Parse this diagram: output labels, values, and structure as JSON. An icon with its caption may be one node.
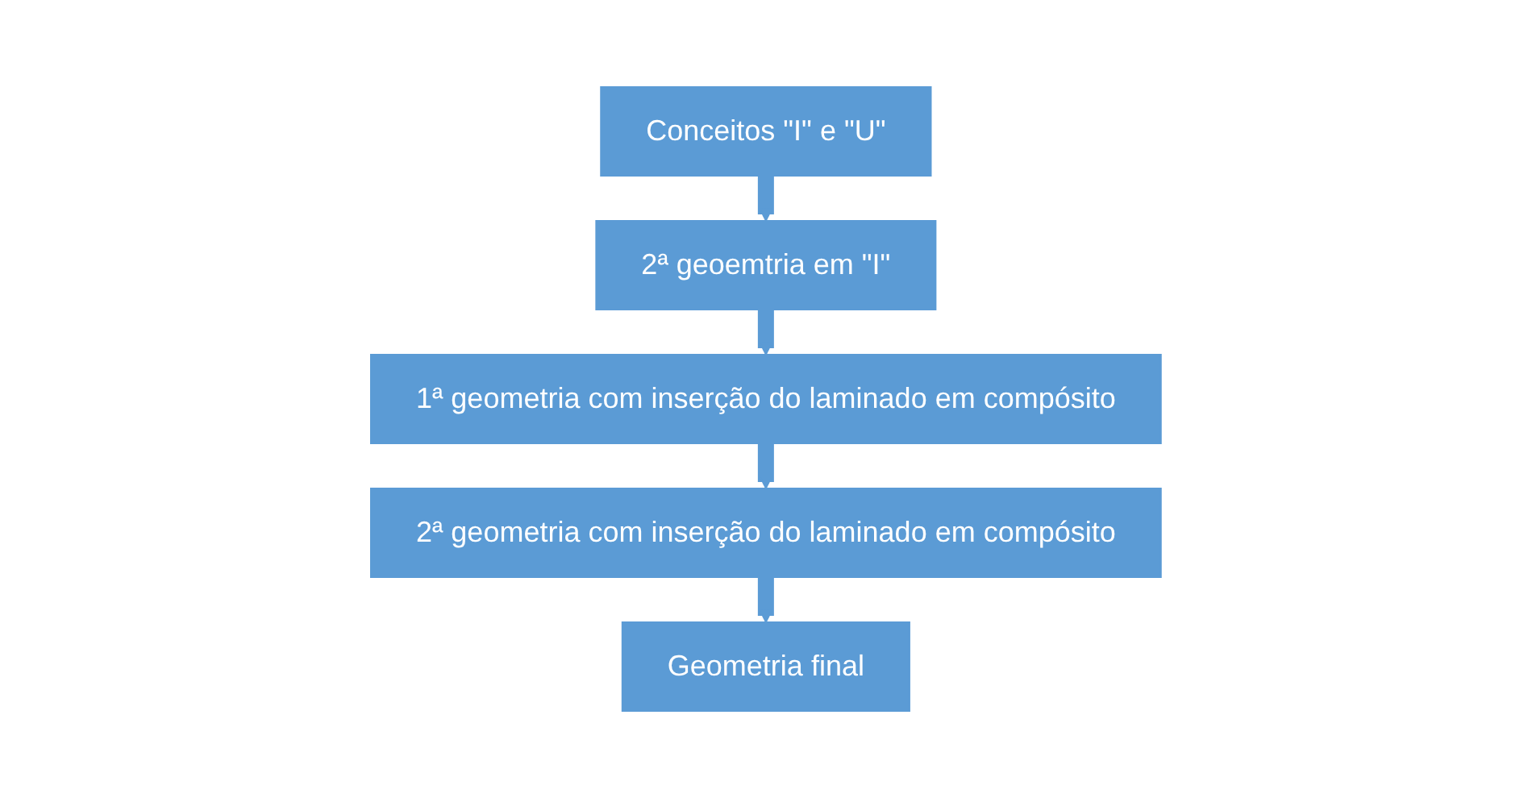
{
  "diagram": {
    "nodes": [
      {
        "text": [
          "Conceitos \"I\" e \"U\""
        ]
      },
      {
        "text": [
          "2ª geoemtria em \"I\""
        ]
      },
      {
        "text": [
          "1ª geometria com inserção do laminado em compósito"
        ]
      },
      {
        "text": [
          "2ª geometria com inserção do laminado em compósito"
        ]
      },
      {
        "text": [
          "Geometria final"
        ]
      }
    ],
    "edges": [
      {
        "from": 0,
        "to": 1,
        "arrow": "to"
      },
      {
        "from": 1,
        "to": 2,
        "arrow": "to"
      },
      {
        "from": 2,
        "to": 3,
        "arrow": "to"
      },
      {
        "from": 3,
        "to": 4,
        "arrow": "to"
      }
    ]
  }
}
